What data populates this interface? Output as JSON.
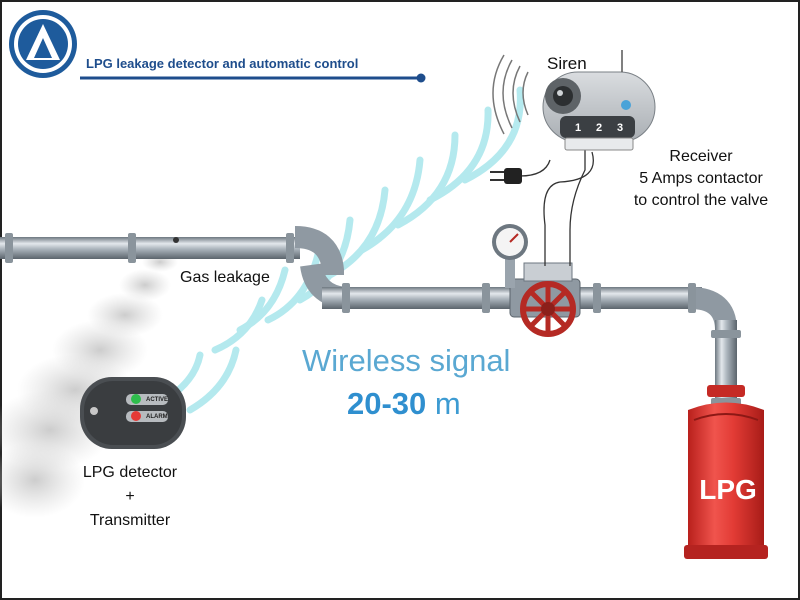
{
  "header": {
    "title": "LPG leakage detector and automatic control"
  },
  "labels": {
    "siren": "Siren",
    "receiver": [
      "Receiver",
      "5 Amps contactor",
      "to control the valve"
    ],
    "gas_leakage": "Gas leakage",
    "wireless_signal": "Wireless signal",
    "range_value": "20-30",
    "range_unit": "m",
    "detector": [
      "LPG detector",
      "+",
      "Transmitter"
    ],
    "cylinder": "LPG"
  },
  "detector_leds": {
    "active": "ACTIVE",
    "alarm": "ALARM"
  },
  "receiver_buttons": [
    "1",
    "2",
    "3"
  ],
  "colors": {
    "header_blue": "#1e4d8c",
    "signal_blue": "#5aa8d2",
    "wave_cyan": "#a8e6ec",
    "cylinder_red": "#e8413c",
    "pipe_gray": "#9aa4ad",
    "valve_red": "#b52a24"
  }
}
